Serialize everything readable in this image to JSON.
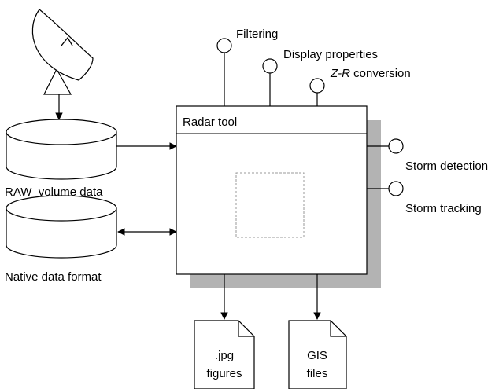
{
  "labels": {
    "filtering": "Filtering",
    "display_properties": "Display properties",
    "zr_italic": "Z-R",
    "zr_rest": " conversion",
    "radar_tool": "Radar tool",
    "storm_detection": "Storm detection",
    "storm_tracking": "Storm tracking",
    "raw_volume_data": "RAW  volume data",
    "native_data_format": "Native data format",
    "jpg_line1": ".jpg",
    "jpg_line2": "figures",
    "gis_line1": "GIS",
    "gis_line2": "files"
  },
  "icons": {
    "antenna": "satellite-dish-icon",
    "database": "cylinder-storage-icon",
    "document": "document-icon",
    "port": "lollipop-interface-icon"
  },
  "colors": {
    "stroke": "#000000",
    "shadow": "#b3b3b3",
    "dashed": "#999999",
    "background": "#ffffff"
  }
}
